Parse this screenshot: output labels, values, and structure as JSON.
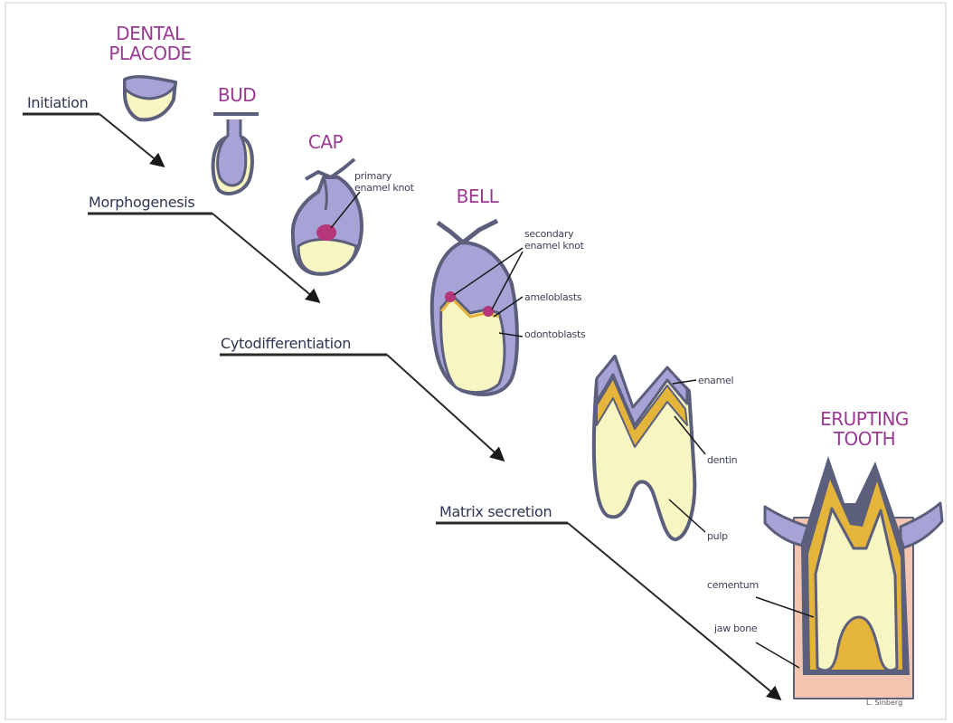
{
  "stages": {
    "placode": "DENTAL PLACODE",
    "bud": "BUD",
    "cap": "CAP",
    "bell": "BELL",
    "erupting": "ERUPTING TOOTH"
  },
  "phases": {
    "initiation": "Initiation",
    "morphogenesis": "Morphogenesis",
    "cytodifferentiation": "Cytodifferentiation",
    "matrix": "Matrix secretion"
  },
  "labels": {
    "primary_knot": "primary enamel knot",
    "secondary_knot": "secondary enamel knot",
    "ameloblasts": "ameloblasts",
    "odontoblasts": "odontoblasts",
    "enamel": "enamel",
    "dentin": "dentin",
    "pulp": "pulp",
    "cementum": "cementum",
    "jaw_bone": "jaw bone"
  },
  "credit": "L. Sinberg",
  "colors": {
    "epithelium": "#a8a3d6",
    "epithelium_edge": "#5b5f7c",
    "mesenchyme": "#f7f5c2",
    "knot": "#b5367a",
    "enamel_gold": "#e5b43b",
    "bone": "#f3c5b0",
    "stage_title": "#9b3a93",
    "arrow": "#1a1a1a"
  }
}
